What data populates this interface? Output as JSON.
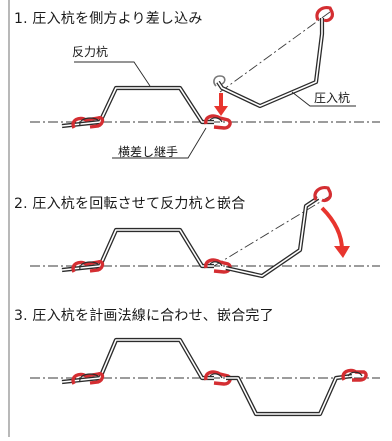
{
  "colors": {
    "accent_red": "#e8352e",
    "joint_red": "#d42e32",
    "line": "#2b2b2b",
    "dashdot": "#3a3a3a",
    "border": "#8a8a8a"
  },
  "steps": [
    {
      "title": "1. 圧入杭を側方より差し込み"
    },
    {
      "title": "2. 圧入杭を回転させて反力杭と嵌合"
    },
    {
      "title": "3. 圧入杭を計画法線に合わせ、嵌合完了"
    }
  ],
  "labels": {
    "reaction_pile": "反力杭",
    "press_pile": "圧入杭",
    "lateral_joint": "横差し継手"
  }
}
